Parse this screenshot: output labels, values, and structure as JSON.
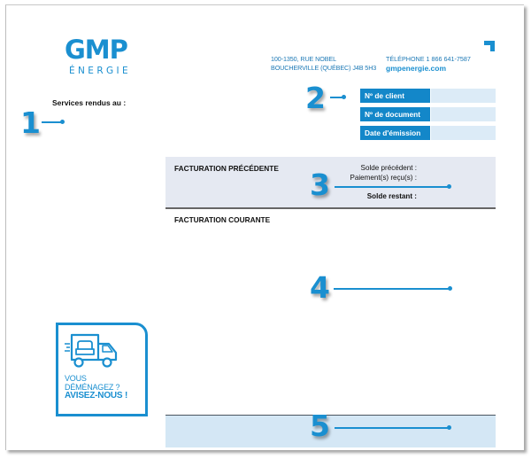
{
  "logo": {
    "brand": "GMP",
    "subtitle": "ÉNERGIE"
  },
  "services_label": "Services rendus au :",
  "header": {
    "address_line1": "100-1350, RUE NOBEL",
    "address_line2": "BOUCHERVILLE (QUÉBEC)  J4B 5H3",
    "phone": "TÉLÉPHONE 1 866 641-7587",
    "website": "gmpenergie.com"
  },
  "callouts": [
    "1",
    "2",
    "3",
    "4",
    "5"
  ],
  "info_fields": [
    {
      "label": "Nº de client",
      "value": ""
    },
    {
      "label": "Nº de document",
      "value": ""
    },
    {
      "label": "Date d'émission",
      "value": ""
    }
  ],
  "previous_billing": {
    "title": "FACTURATION PRÉCÉDENTE",
    "previous_balance_label": "Solde précédent :",
    "payments_received_label": "Paiement(s) reçu(s) :",
    "remaining_balance_label": "Solde restant :"
  },
  "current_billing": {
    "title": "FACTURATION COURANTE"
  },
  "moving_ad": {
    "line1": "VOUS",
    "line2": "DÉMÉNAGEZ ?",
    "line3": "AVISEZ-NOUS !"
  },
  "colors": {
    "brand_blue": "#1a8fd0",
    "label_blue": "#1387c9",
    "light_blue": "#dcebf7",
    "gray_band": "#e5e9f2",
    "bottom_band": "#d4e7f5"
  }
}
